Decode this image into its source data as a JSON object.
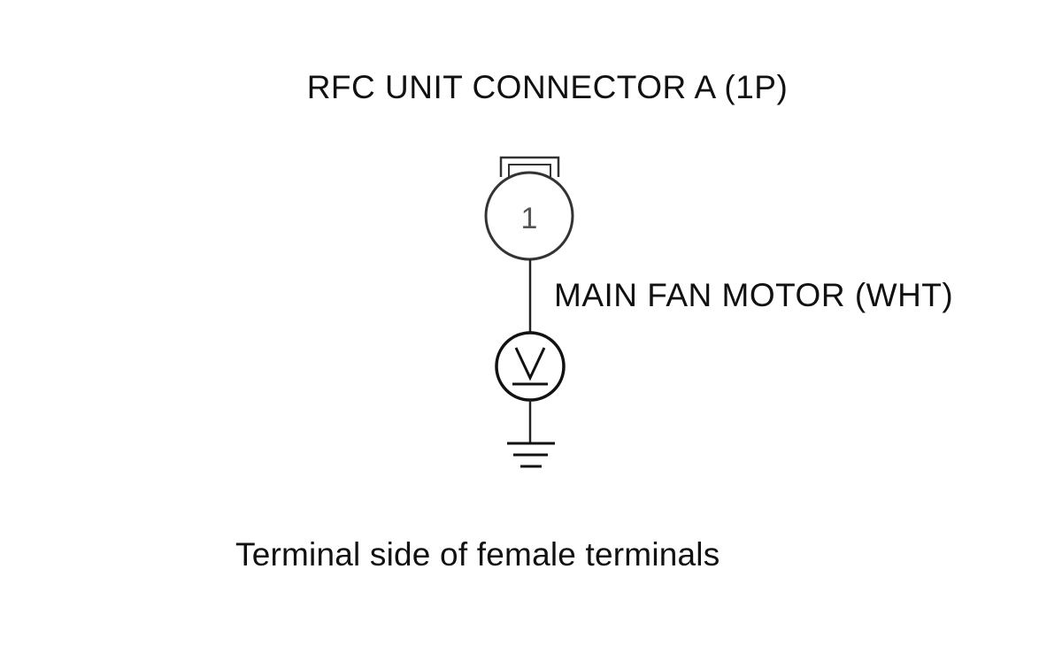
{
  "title": "RFC UNIT CONNECTOR A (1P)",
  "connector": {
    "terminal_number": "1"
  },
  "wire_label": "MAIN FAN MOTOR (WHT)",
  "caption": "Terminal side of female terminals"
}
